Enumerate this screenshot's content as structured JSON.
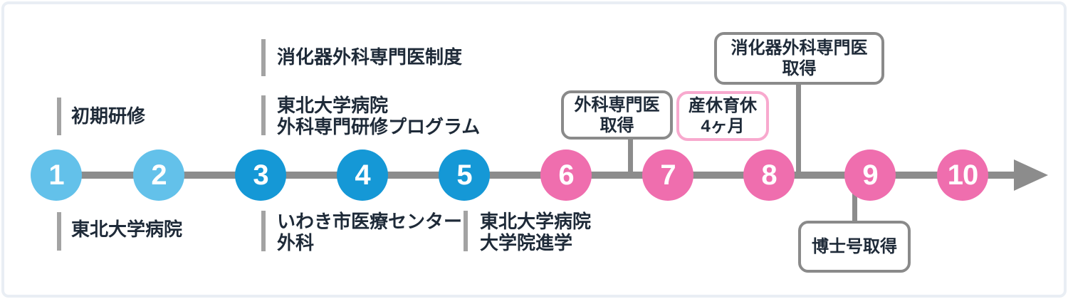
{
  "diagram": {
    "type": "career-timeline",
    "nodes": [
      {
        "label": "1",
        "phase": "light-blue"
      },
      {
        "label": "2",
        "phase": "light-blue"
      },
      {
        "label": "3",
        "phase": "blue"
      },
      {
        "label": "4",
        "phase": "blue"
      },
      {
        "label": "5",
        "phase": "blue"
      },
      {
        "label": "6",
        "phase": "pink"
      },
      {
        "label": "7",
        "phase": "pink"
      },
      {
        "label": "8",
        "phase": "pink"
      },
      {
        "label": "9",
        "phase": "pink"
      },
      {
        "label": "10",
        "phase": "pink"
      }
    ],
    "tick_labels": {
      "above_node1": {
        "line1": "初期研修"
      },
      "below_node1": {
        "line1": "東北大学病院"
      },
      "above_node3_upper": {
        "line1": "消化器外科専門医制度"
      },
      "above_node3_lower": {
        "line1": "東北大学病院",
        "line2": "外科専門研修プログラム"
      },
      "below_node3": {
        "line1": "いわき市医療センター",
        "line2": "外科"
      },
      "below_node5": {
        "line1": "東北大学病院",
        "line2": "大学院進学"
      }
    },
    "callout_boxes": {
      "surgeon_cert": {
        "line1": "外科専門医",
        "line2": "取得",
        "border": "gray"
      },
      "maternity_leave": {
        "line1": "産休育休",
        "line2": "4ヶ月",
        "border": "pink"
      },
      "gi_surgeon_cert": {
        "line1": "消化器外科専門医",
        "line2": "取得",
        "border": "gray"
      },
      "phd": {
        "line1": "博士号取得",
        "border": "gray"
      }
    },
    "colors": {
      "node_light_blue": "#63c1ea",
      "node_blue": "#1598d6",
      "node_pink": "#ef6eae",
      "pink_box_border": "#f8a9ce",
      "gray_box_border": "#8a8a8a",
      "timeline_gray": "#8c8c8c",
      "tick_gray": "#a3a3a3",
      "text_dark": "#1e2a38",
      "card_frame": "#e9eef4"
    }
  }
}
